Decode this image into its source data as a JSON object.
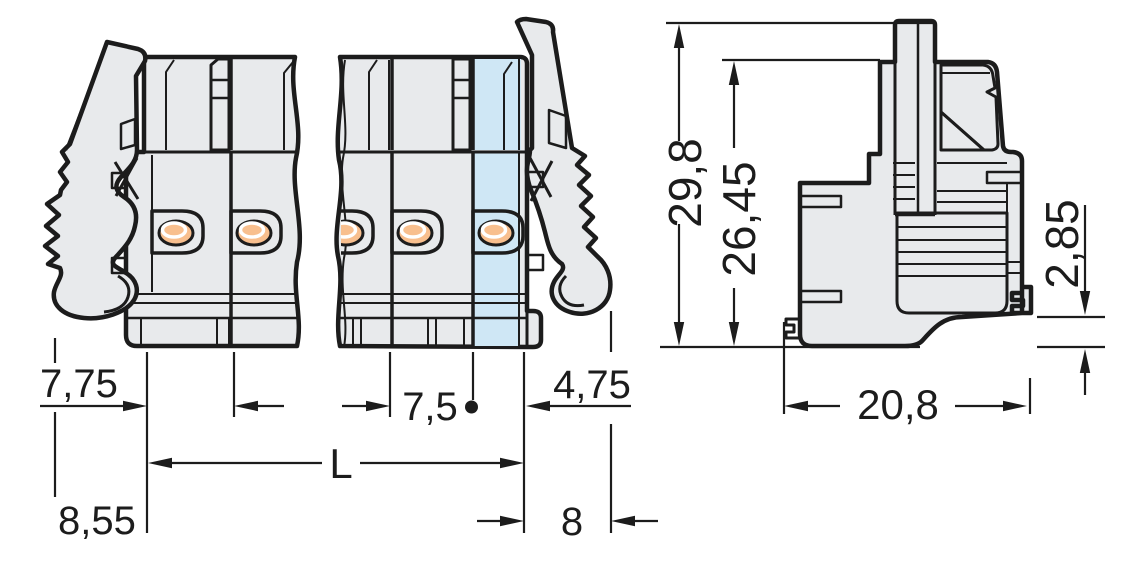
{
  "drawing": {
    "kind": "connector dimensional drawing",
    "views": {
      "front": "front view (multi-pole connector with locking levers)",
      "side": "side view (housing profile with rail feet)"
    }
  },
  "dimensions": {
    "front_view": {
      "lever_offset": "7,75",
      "lever_total_offset": "8,55",
      "pole_pitch": "7,5",
      "total_length": "L",
      "right_offset": "4,75",
      "lever_width": "8"
    },
    "side_view": {
      "total_height": "29,8",
      "housing_height": "26,45",
      "rail_lip_height": "2,85",
      "housing_depth": "20,8"
    }
  },
  "colors": {
    "body_gray": "#e8eaec",
    "outline_black": "#1c1c1c",
    "accent_blue": "#29abe2",
    "pale_blue": "#cfe7f5",
    "contact_orange": "#f8bf8e",
    "background": "#ffffff"
  }
}
